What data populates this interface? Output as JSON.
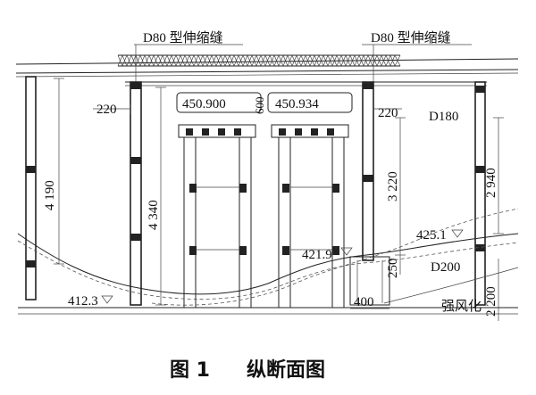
{
  "annotations": {
    "joint_left": "D80 型伸缩缝",
    "joint_right": "D80 型伸缩缝",
    "dim_220_left": "220",
    "dim_220_right": "220",
    "elev_left": "450.900",
    "elev_right": "450.934",
    "dim_600": "600",
    "dim_d180": "D180",
    "dim_4190": "4 190",
    "dim_4340": "4 340",
    "dim_3220": "3 220",
    "dim_2940": "2 940",
    "ground_421": "421.9",
    "ground_425": "425.1",
    "dim_250": "250",
    "dim_d200": "D200",
    "ground_412": "412.3",
    "dim_400": "400",
    "dim_2200": "2 200",
    "weathered_rock": "强风化"
  },
  "caption": {
    "figure_no": "图 1",
    "title": "纵断面图"
  }
}
